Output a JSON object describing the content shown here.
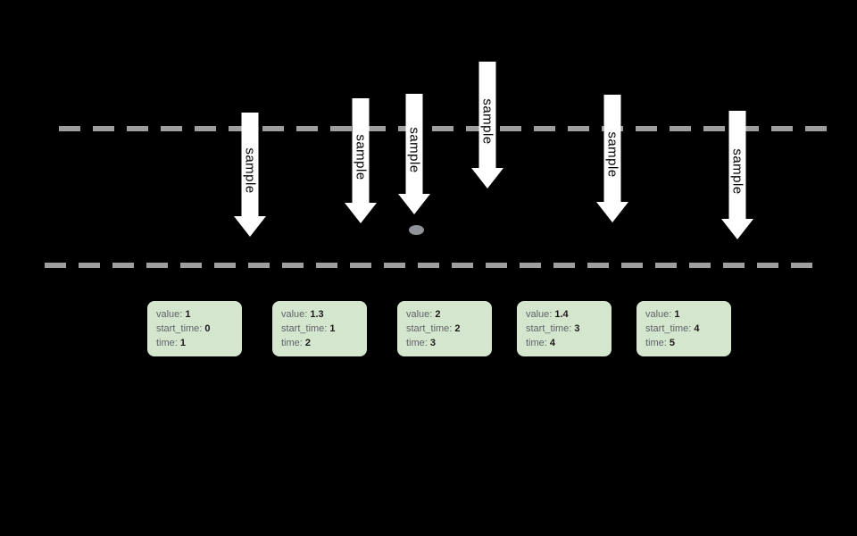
{
  "labels": {
    "value": "value:",
    "start_time": "start_time:",
    "time": "time:"
  },
  "arrows": [
    {
      "label": "sample"
    },
    {
      "label": "sample"
    },
    {
      "label": "sample"
    },
    {
      "label": "sample"
    },
    {
      "label": "sample"
    },
    {
      "label": "sample"
    }
  ],
  "boxes": [
    {
      "value": "1",
      "start_time": "0",
      "time": "1"
    },
    {
      "value": "1.3",
      "start_time": "1",
      "time": "2"
    },
    {
      "value": "2",
      "start_time": "2",
      "time": "3"
    },
    {
      "value": "1.4",
      "start_time": "3",
      "time": "4"
    },
    {
      "value": "1",
      "start_time": "4",
      "time": "5"
    }
  ],
  "colors": {
    "background": "#000000",
    "dashed_line": "#9e9e9e",
    "arrow_fill": "#ffffff",
    "arrow_text": "#000000",
    "box_background": "#d5e6ce",
    "box_label_text": "#5f6368",
    "box_value_text": "#1a1a1a",
    "dot": "#8f9397"
  }
}
